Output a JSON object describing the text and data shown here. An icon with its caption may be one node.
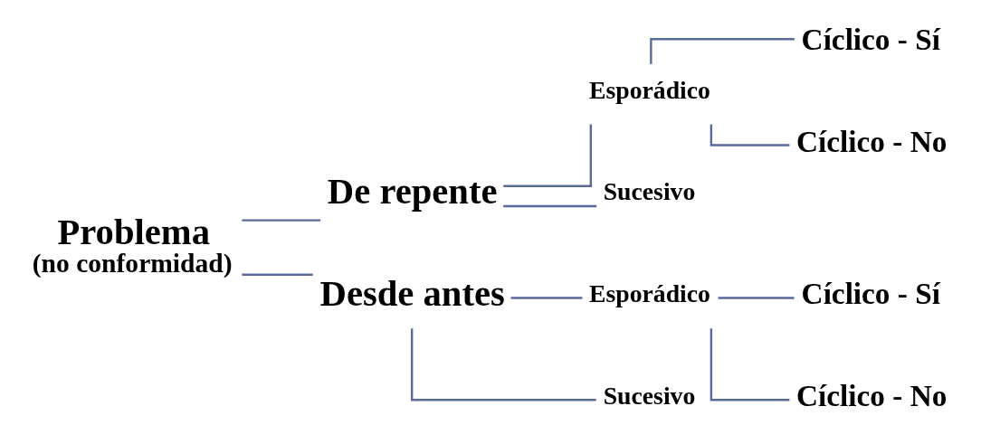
{
  "diagram": {
    "nodes": [
      {
        "text": [
          "Problema",
          "(no conformidad)"
        ]
      },
      {
        "text": [
          "De repente"
        ]
      },
      {
        "text": [
          "Esporádico"
        ]
      },
      {
        "text": [
          "Cíclico - Sí"
        ]
      },
      {
        "text": [
          "Cíclico - No"
        ]
      },
      {
        "text": [
          "Sucesivo"
        ]
      },
      {
        "text": [
          "Desde antes"
        ]
      },
      {
        "text": [
          "Esporádico"
        ]
      },
      {
        "text": [
          "Cíclico - Sí"
        ]
      },
      {
        "text": [
          "Cíclico - No"
        ]
      },
      {
        "text": [
          "Sucesivo"
        ]
      }
    ],
    "edges": [
      {
        "from": 0,
        "to": 1,
        "arrow": "none"
      },
      {
        "from": 0,
        "to": 6,
        "arrow": "none"
      },
      {
        "from": 1,
        "to": 2,
        "arrow": "none"
      },
      {
        "from": 1,
        "to": 5,
        "arrow": "none"
      },
      {
        "from": 2,
        "to": 3,
        "arrow": "none"
      },
      {
        "from": 2,
        "to": 4,
        "arrow": "none"
      },
      {
        "from": 6,
        "to": 7,
        "arrow": "none"
      },
      {
        "from": 6,
        "to": 10,
        "arrow": "none"
      },
      {
        "from": 7,
        "to": 8,
        "arrow": "none"
      },
      {
        "from": 7,
        "to": 9,
        "arrow": "none"
      }
    ]
  }
}
